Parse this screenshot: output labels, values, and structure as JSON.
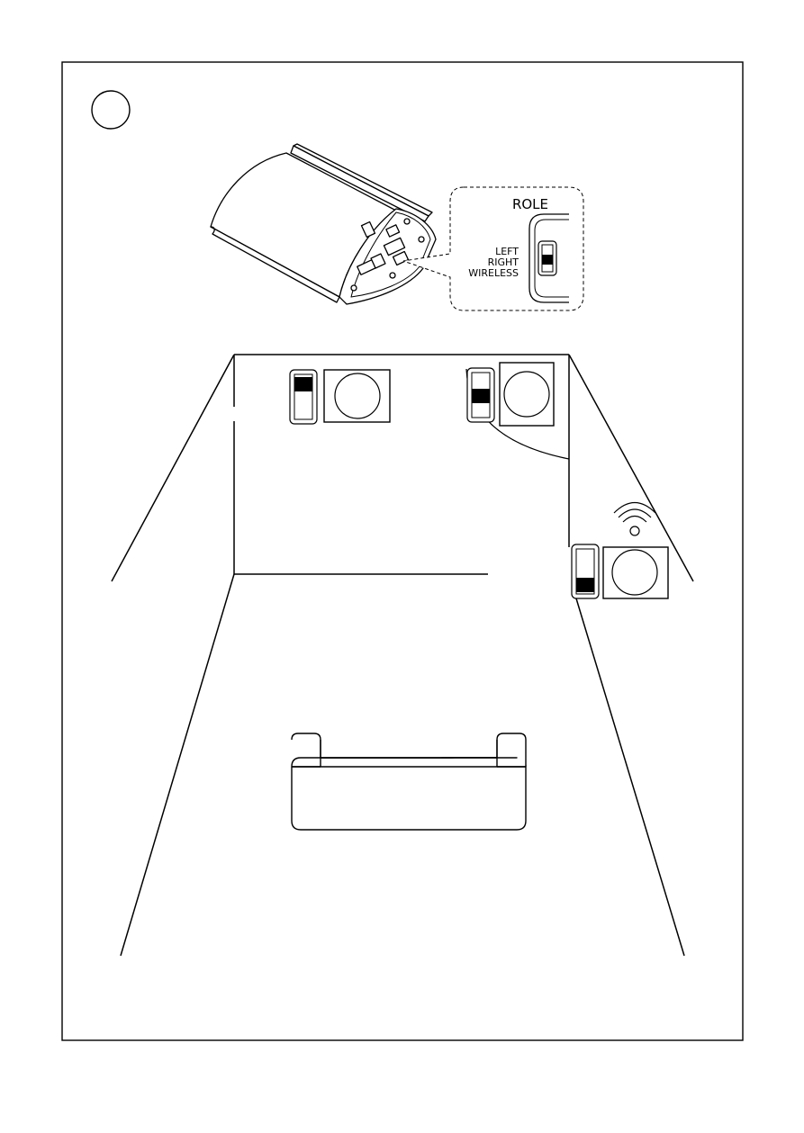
{
  "callout": {
    "title": "ROLE",
    "positions": [
      "LEFT",
      "RIGHT",
      "WIRELESS"
    ]
  },
  "speakers": [
    {
      "id": "front-left",
      "switch_position": "LEFT"
    },
    {
      "id": "front-right",
      "switch_position": "RIGHT"
    },
    {
      "id": "side-wireless",
      "switch_position": "WIRELESS",
      "wireless_signal": true
    }
  ],
  "colors": {
    "line": "#000000",
    "background": "#ffffff",
    "switch_fill": "#000000"
  }
}
